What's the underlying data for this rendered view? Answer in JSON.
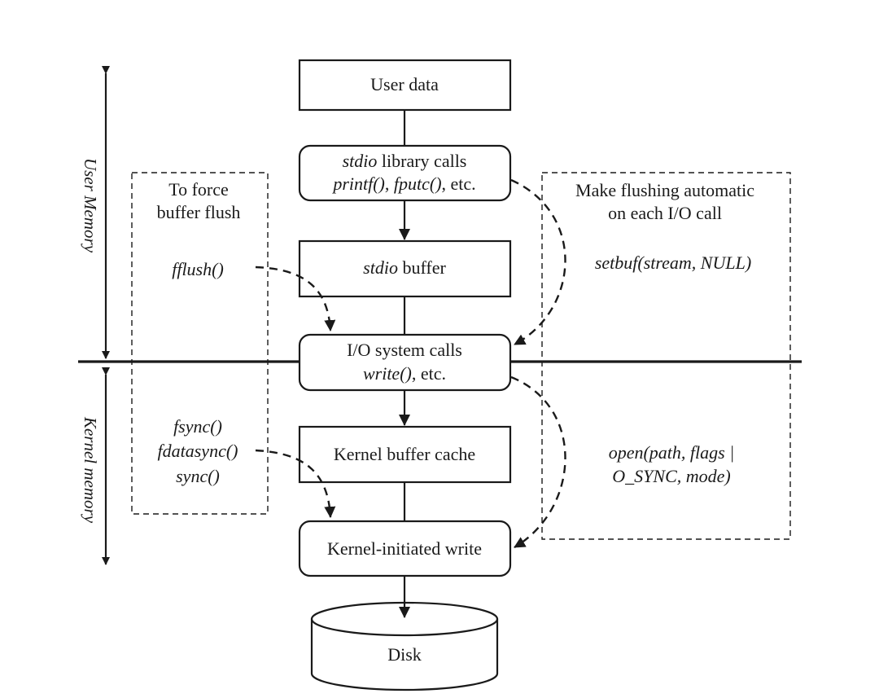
{
  "side_labels": {
    "user_memory": "User Memory",
    "kernel_memory": "Kernel memory"
  },
  "boxes": {
    "user_data": "User data",
    "stdio_calls": {
      "line1_italic": "stdio",
      "line1_rest": " library calls",
      "line2_fn1": "printf()",
      "line2_sep": ", ",
      "line2_fn2": "fputc()",
      "line2_rest": ", etc."
    },
    "stdio_buffer": {
      "italic": "stdio",
      "rest": " buffer"
    },
    "io_system_calls": {
      "line1": "I/O system calls",
      "line2_fn": "write()",
      "line2_rest": ", etc."
    },
    "kernel_buffer_cache": "Kernel buffer cache",
    "kernel_initiated_write": "Kernel-initiated write",
    "disk": "Disk"
  },
  "left_panel": {
    "title_line1": "To force",
    "title_line2": "buffer flush",
    "fflush": "fflush()",
    "fsync": "fsync()",
    "fdatasync": "fdatasync()",
    "sync": "sync()"
  },
  "right_panel": {
    "title_line1": "Make flushing automatic",
    "title_line2": "on each I/O call",
    "setbuf": "setbuf(stream, NULL)",
    "open_line1": "open(path, flags |",
    "open_line2": "O_SYNC, mode)"
  }
}
